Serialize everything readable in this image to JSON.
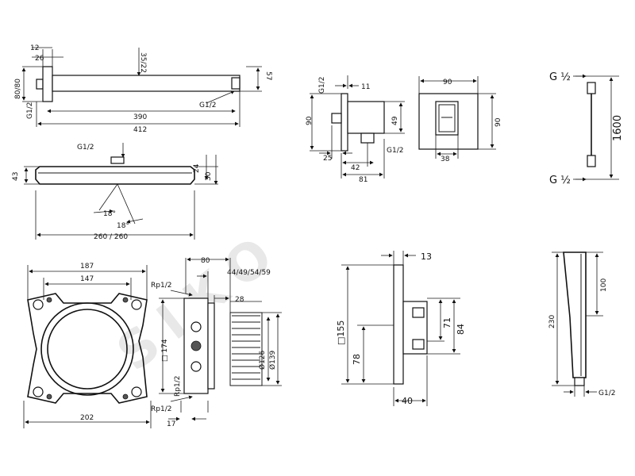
{
  "watermark": "SIKO",
  "shower_arm": {
    "dims": [
      "12",
      "26",
      "35/22",
      "80/80",
      "G1/2",
      "57",
      "G1/2",
      "390",
      "412"
    ]
  },
  "overhead_shower": {
    "dims": [
      "G1/2",
      "43",
      "24",
      "30",
      "18°",
      "18°",
      "260 / 260"
    ]
  },
  "wall_outlet": {
    "dims": [
      "G1/2",
      "11",
      "90",
      "49",
      "G1/2",
      "25",
      "42",
      "81",
      "90",
      "90",
      "38"
    ]
  },
  "hose": {
    "dims": [
      "G ½",
      "1600",
      "G ½"
    ]
  },
  "mounting_plate": {
    "dims": [
      "187",
      "147",
      "202"
    ]
  },
  "basic_set": {
    "dims": [
      "80",
      "44/49/54/59",
      "Rp1/2",
      "28",
      "□ 174",
      "Ø126",
      "Ø139",
      "Rp1/2",
      "Rp1/2",
      "17"
    ]
  },
  "thermostat": {
    "dims": [
      "13",
      "□155",
      "78",
      "71",
      "84",
      "40"
    ]
  },
  "hand_shower": {
    "dims": [
      "100",
      "230",
      "G1/2"
    ]
  }
}
